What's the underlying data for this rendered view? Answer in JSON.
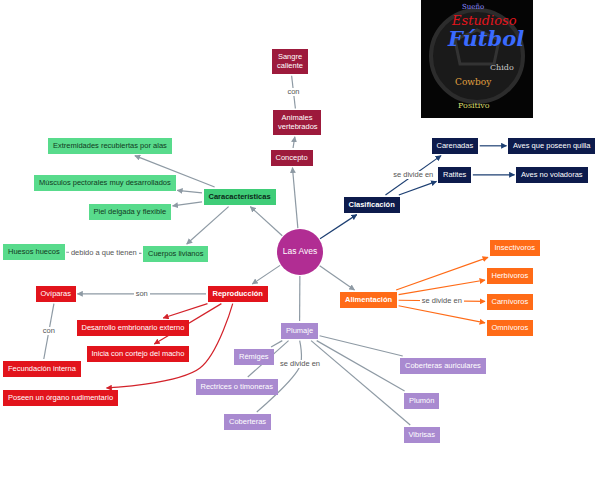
{
  "diagram": {
    "nodes": [
      {
        "text": [
          "Sangre caliente"
        ]
      },
      {
        "text": [
          "Animales vertebrados"
        ]
      },
      {
        "text": [
          "Concepto"
        ]
      },
      {
        "text": [
          "Extremidades recubiertas por alas"
        ]
      },
      {
        "text": [
          "Carenadas"
        ]
      },
      {
        "text": [
          "Aves que poseen quilla"
        ]
      },
      {
        "text": [
          "Músculos pectorales muy desarrollados"
        ]
      },
      {
        "text": [
          "Ratites"
        ]
      },
      {
        "text": [
          "Aves no voladoras"
        ]
      },
      {
        "text": [
          "Caracacterísticas"
        ]
      },
      {
        "text": [
          "Clasificación"
        ]
      },
      {
        "text": [
          "Piel delgada y flexible"
        ]
      },
      {
        "text": [
          "Las Aves"
        ]
      },
      {
        "text": [
          "Huesos huecos"
        ]
      },
      {
        "text": [
          "Cuerpos livianos"
        ]
      },
      {
        "text": [
          "Insectívoros"
        ]
      },
      {
        "text": [
          "Herbívoros"
        ]
      },
      {
        "text": [
          "Ovíparas"
        ]
      },
      {
        "text": [
          "Reproducción"
        ]
      },
      {
        "text": [
          "Alimentación"
        ]
      },
      {
        "text": [
          "Carnívoros"
        ]
      },
      {
        "text": [
          "Desarrollo embrionario externo"
        ]
      },
      {
        "text": [
          "Omnívoros"
        ]
      },
      {
        "text": [
          "Plumaje"
        ]
      },
      {
        "text": [
          "Inicia con cortejo del macho"
        ]
      },
      {
        "text": [
          "Rémiges"
        ]
      },
      {
        "text": [
          "Coberteras auriculares"
        ]
      },
      {
        "text": [
          "Fecundación interna"
        ]
      },
      {
        "text": [
          "Rectrices o timoneras"
        ]
      },
      {
        "text": [
          "Poseen un órgano rudimentario"
        ]
      },
      {
        "text": [
          "Plumón"
        ]
      },
      {
        "text": [
          "Coberteras"
        ]
      },
      {
        "text": [
          "Vibrisas"
        ]
      }
    ],
    "edges": [
      {
        "from": 12,
        "to": 2,
        "arrow": "to"
      },
      {
        "from": 2,
        "to": 1,
        "arrow": "to"
      },
      {
        "from": 1,
        "to": 0,
        "label": "con",
        "arrow": "none"
      },
      {
        "from": 12,
        "to": 9,
        "arrow": "to"
      },
      {
        "from": 9,
        "to": 3,
        "arrow": "to"
      },
      {
        "from": 9,
        "to": 6,
        "arrow": "to"
      },
      {
        "from": 9,
        "to": 11,
        "arrow": "to"
      },
      {
        "from": 9,
        "to": 14,
        "arrow": "to"
      },
      {
        "from": 14,
        "to": 13,
        "label": "debido a que tienen",
        "arrow": "none"
      },
      {
        "from": 12,
        "to": 10,
        "arrow": "to"
      },
      {
        "from": 10,
        "to": 4,
        "label": "se divide en",
        "arrow": "to"
      },
      {
        "from": 10,
        "to": 7,
        "arrow": "to"
      },
      {
        "from": 4,
        "to": 5,
        "arrow": "to"
      },
      {
        "from": 7,
        "to": 8,
        "arrow": "to"
      },
      {
        "from": 12,
        "to": 19,
        "arrow": "to"
      },
      {
        "from": 19,
        "to": 15,
        "arrow": "to"
      },
      {
        "from": 19,
        "to": 16,
        "arrow": "to"
      },
      {
        "from": 19,
        "to": 20,
        "label": "se divide en",
        "arrow": "to"
      },
      {
        "from": 19,
        "to": 22,
        "arrow": "to"
      },
      {
        "from": 12,
        "to": 18,
        "arrow": "to"
      },
      {
        "from": 18,
        "to": 17,
        "label": "son",
        "arrow": "to"
      },
      {
        "from": 18,
        "to": 21,
        "arrow": "to"
      },
      {
        "from": 18,
        "to": 24,
        "arrow": "to"
      },
      {
        "from": 18,
        "to": 29,
        "arrow": "to"
      },
      {
        "from": 17,
        "to": 27,
        "label": "con",
        "arrow": "none"
      },
      {
        "from": 12,
        "to": 23,
        "arrow": "none"
      },
      {
        "from": 23,
        "to": 25,
        "arrow": "none"
      },
      {
        "from": 23,
        "to": 28,
        "arrow": "none"
      },
      {
        "from": 23,
        "to": 31,
        "label": "se divide en",
        "arrow": "none"
      },
      {
        "from": 23,
        "to": 26,
        "arrow": "none"
      },
      {
        "from": 23,
        "to": 30,
        "arrow": "none"
      },
      {
        "from": 23,
        "to": 32,
        "arrow": "none"
      }
    ],
    "labels": [
      "Sueño",
      "Estudioso",
      "Fútbol",
      "Chido",
      "Cowboy",
      "Positivo"
    ]
  }
}
